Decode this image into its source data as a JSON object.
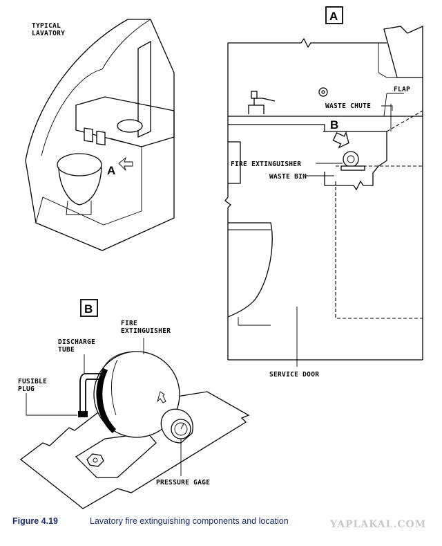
{
  "views": {
    "lavatory": {
      "label_line1": "TYPICAL",
      "label_line2": "LAVATORY",
      "callout": "A"
    },
    "view_a": {
      "tag": "A",
      "labels": {
        "flap": "FLAP",
        "waste_chute": "WASTE CHUTE",
        "callout_b": "B",
        "fire_extinguisher": "FIRE EXTINGUISHER",
        "waste_bin": "WASTE BIN",
        "service_door": "SERVICE DOOR"
      }
    },
    "view_b": {
      "tag": "B",
      "labels": {
        "fire_extinguisher_line1": "FIRE",
        "fire_extinguisher_line2": "EXTINGUISHER",
        "discharge_tube_line1": "DISCHARGE",
        "discharge_tube_line2": "TUBE",
        "fusible_plug_line1": "FUSIBLE",
        "fusible_plug_line2": "PLUG",
        "pressure_gage": "PRESSURE GAGE"
      }
    }
  },
  "caption": {
    "number": "Figure 4.19",
    "text": "Lavatory fire extinguishing components and location"
  },
  "watermark": "YAPLAKAL.COM"
}
